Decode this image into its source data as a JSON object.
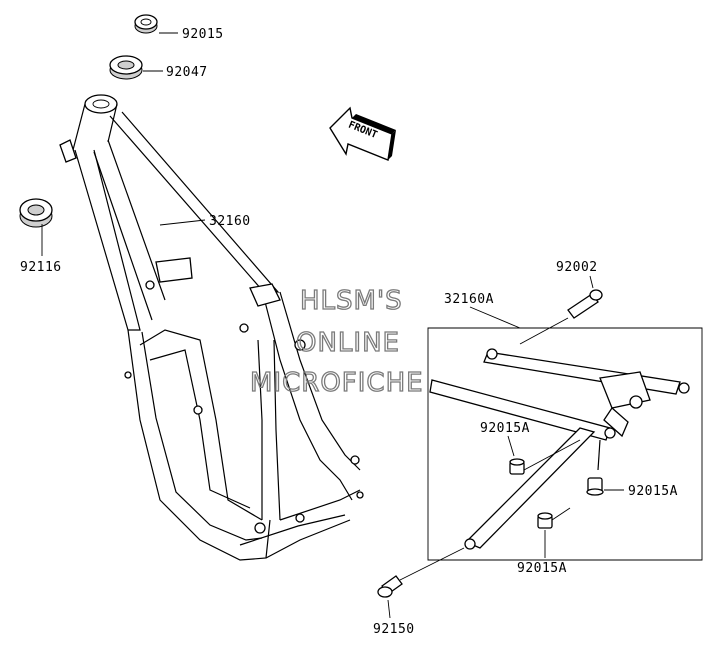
{
  "watermark": {
    "line1": "HLSM'S",
    "line2": "ONLINE",
    "line3": "MICROFICHE"
  },
  "front_arrow": {
    "label": "FRONT"
  },
  "parts": {
    "p92015": "92015",
    "p92047": "92047",
    "p92116": "92116",
    "p32160": "32160",
    "p32160A": "32160A",
    "p92002": "92002",
    "p92015A_left": "92015A",
    "p92015A_right": "92015A",
    "p92015A_bottom": "92015A",
    "p92150": "92150"
  }
}
